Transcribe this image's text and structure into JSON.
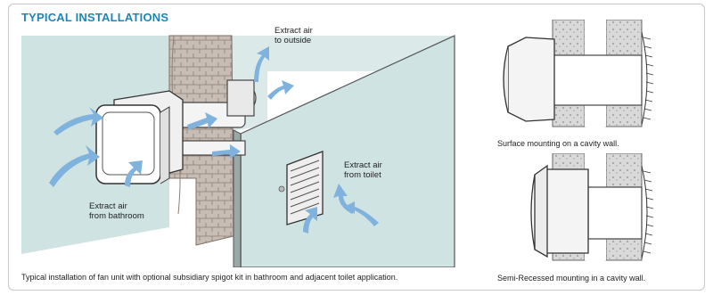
{
  "heading": "TYPICAL INSTALLATIONS",
  "labels": {
    "extract_outside": [
      "Extract air",
      "to outside"
    ],
    "extract_bathroom": [
      "Extract air",
      "from bathroom"
    ],
    "extract_toilet": [
      "Extract air",
      "from toilet"
    ]
  },
  "captions": {
    "main": "Typical installation of fan unit with optional subsidiary spigot kit in bathroom and adjacent toilet application.",
    "surface": "Surface mounting on a cavity wall.",
    "semi_recessed": "Semi-Recessed mounting in a cavity wall."
  },
  "colors": {
    "heading": "#1d86b8",
    "wall": "#cfe3e3",
    "arrow": "#7fb2dc",
    "brick": "#b9aca3",
    "insulation": "#d6d6d6"
  }
}
